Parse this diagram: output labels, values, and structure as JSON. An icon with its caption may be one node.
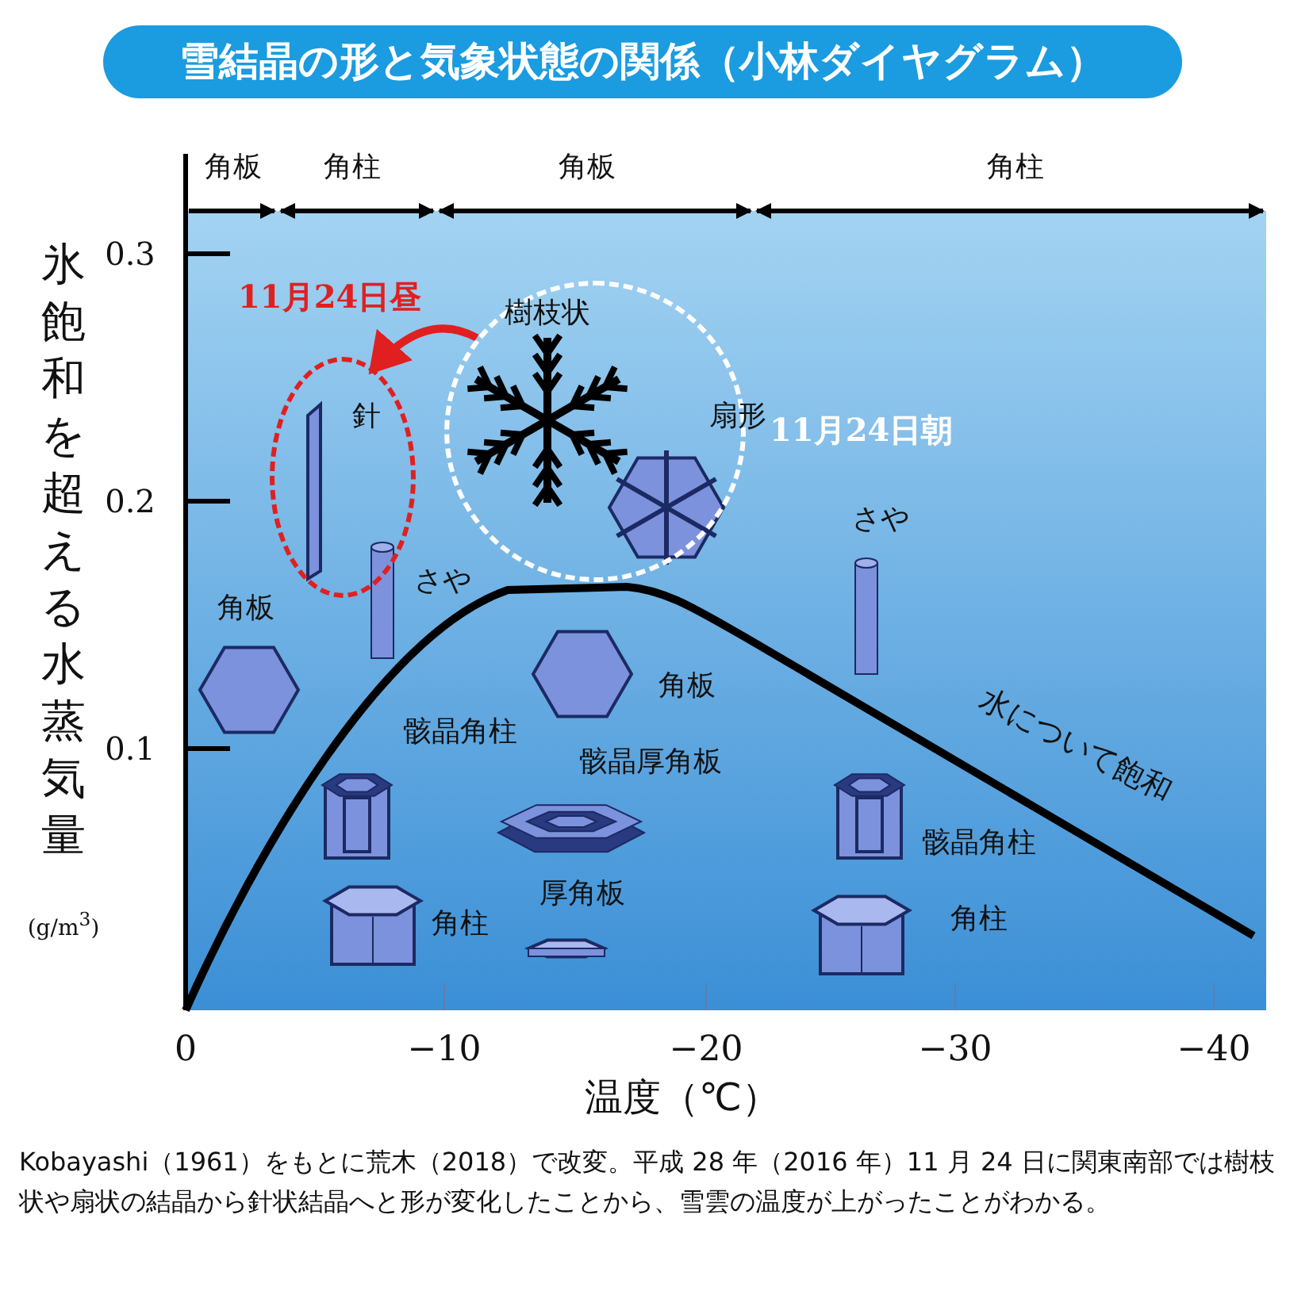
{
  "diagram": {
    "title": "雪結晶の形と気象状態の関係（小林ダイヤグラム）",
    "caption": "Kobayashi（1961）をもとに荒木（2018）で改変。平成 28 年（2016 年）11 月 24 日に関東南部では樹枝状や扇状の結晶から針状結晶へと形が変化したことから、雪雲の温度が上がったことがわかる。",
    "nodes": [
      {
        "text": [],
        "shape": "circle",
        "beside": [
          "11月24日朝"
        ]
      },
      {
        "text": [],
        "shape": "circle"
      }
    ],
    "edges": [
      {
        "from": 0,
        "to": 1,
        "arrow": "to",
        "color": "#e02020"
      }
    ],
    "labels": [
      "11月24日昼",
      "角板",
      "角柱",
      "角板",
      "角柱",
      "氷飽和を超える水蒸気量",
      "0.3",
      "0.2",
      "0.1",
      "(g/m$^{3}$)",
      "樹枝状",
      "針",
      "扇形",
      "さや",
      "さや",
      "角板",
      "骸晶角柱",
      "角板",
      "骸晶厚角板",
      "水について飽和",
      "骸晶角柱",
      "厚角板",
      "角柱",
      "角柱",
      "0",
      "−10",
      "−20",
      "−30",
      "−40",
      "温度（℃）"
    ]
  }
}
